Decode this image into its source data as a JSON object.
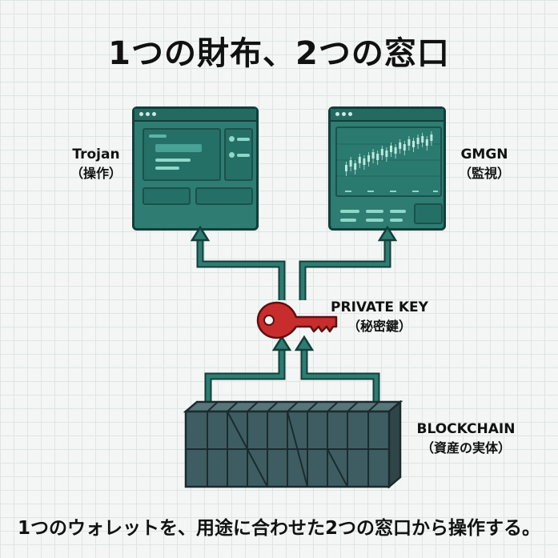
{
  "title": "1つの財布、2つの窓口",
  "trojan": {
    "name": "Trojan",
    "role": "（操作）"
  },
  "gmgn": {
    "name": "GMGN",
    "role": "（監視）"
  },
  "key": {
    "name": "PRIVATE KEY",
    "role": "（秘密鍵）"
  },
  "blockchain": {
    "name": "BLOCKCHAIN",
    "role": "（資産の実体）"
  },
  "footer": "1つのウォレットを、用途に合わせた2つの窓口から操作する。",
  "colors": {
    "window": "#2e7c72",
    "connector": "#2e6f67",
    "key": "#c82d2d",
    "block": "#3e5d62"
  }
}
